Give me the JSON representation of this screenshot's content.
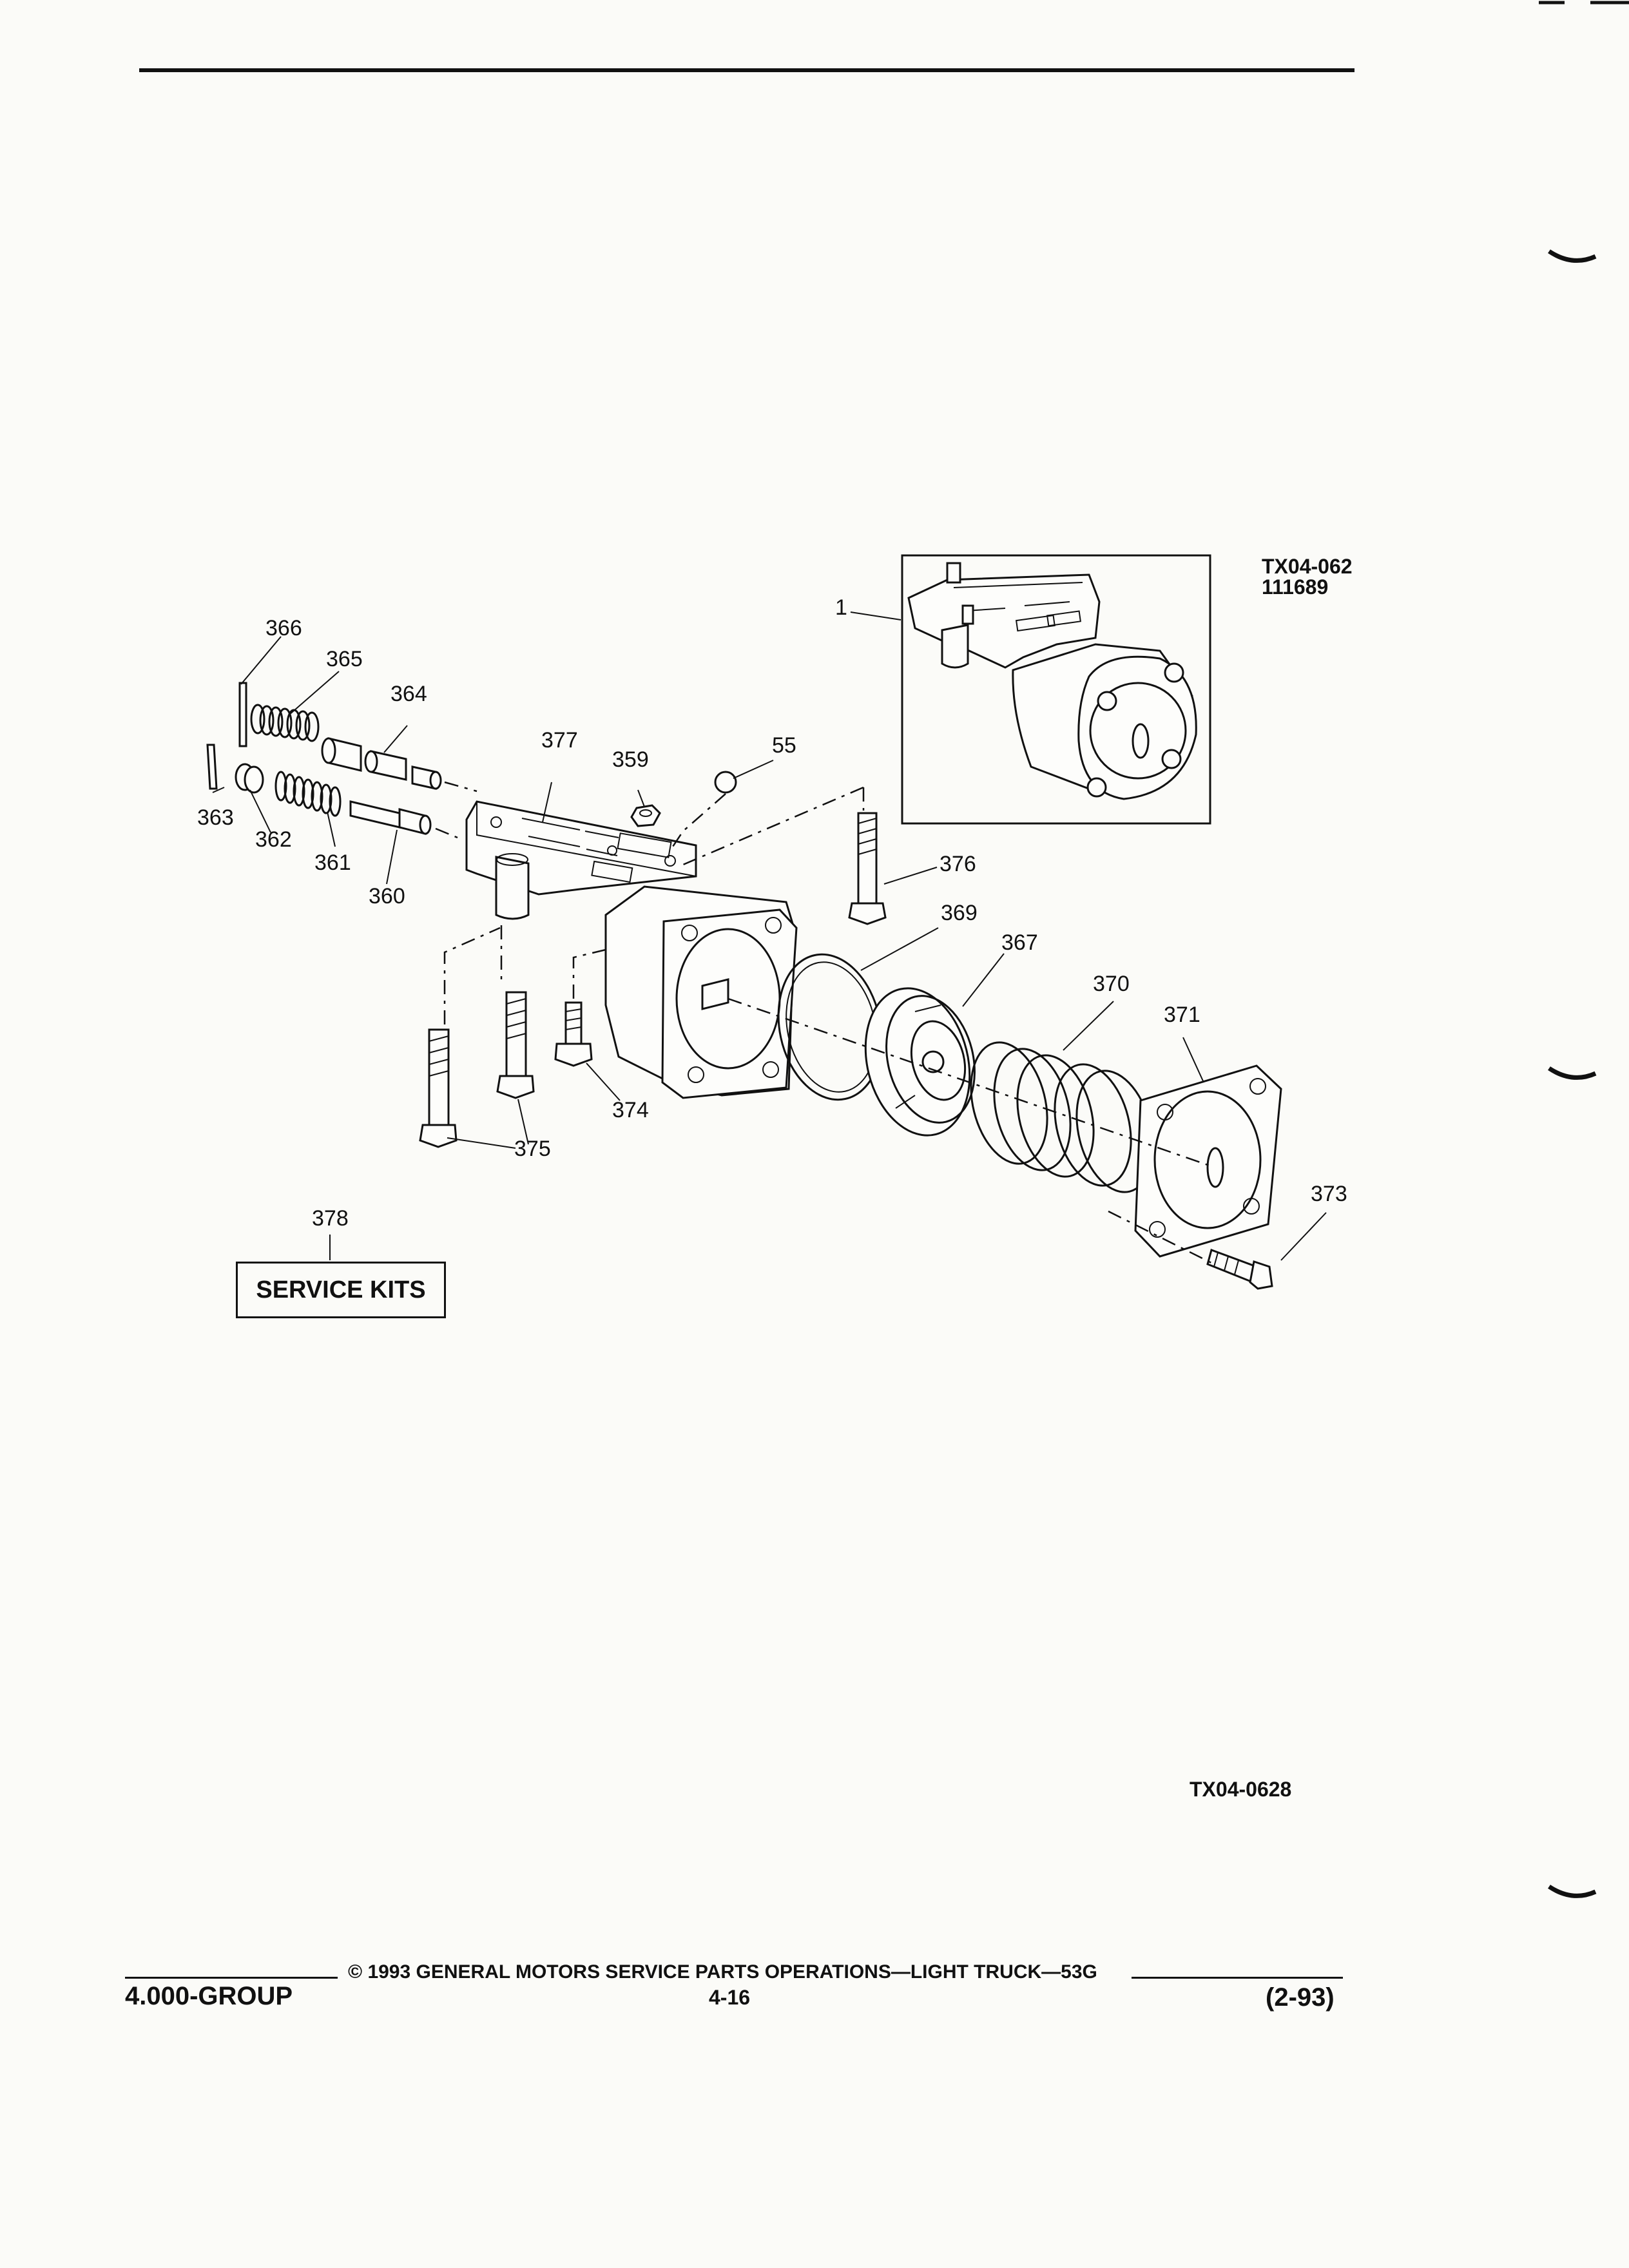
{
  "figure_codes": {
    "primary": "TX04-062",
    "secondary": "111689",
    "bottom": "TX04-0628"
  },
  "callouts": {
    "c1": "1",
    "c55": "55",
    "c359": "359",
    "c360": "360",
    "c361": "361",
    "c362": "362",
    "c363": "363",
    "c364": "364",
    "c365": "365",
    "c366": "366",
    "c367": "367",
    "c369": "369",
    "c370": "370",
    "c371": "371",
    "c373": "373",
    "c374": "374",
    "c375": "375",
    "c376": "376",
    "c377": "377",
    "c378": "378"
  },
  "service_kits_label": "SERVICE KITS",
  "footer": {
    "copyright": "© 1993 GENERAL MOTORS SERVICE PARTS OPERATIONS—LIGHT TRUCK—53G",
    "group": "4.000-GROUP",
    "page": "4-16",
    "date_code": "(2-93)"
  }
}
